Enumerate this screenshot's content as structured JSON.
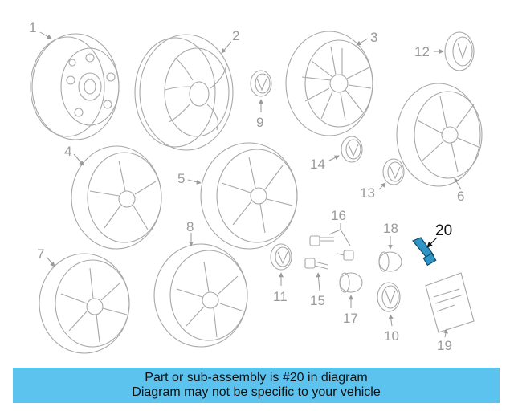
{
  "callouts": {
    "p1": "1",
    "p2": "2",
    "p3": "3",
    "p4": "4",
    "p5": "5",
    "p6": "6",
    "p7": "7",
    "p8": "8",
    "p9": "9",
    "p10": "10",
    "p11": "11",
    "p12": "12",
    "p13": "13",
    "p14": "14",
    "p15": "15",
    "p16": "16",
    "p17": "17",
    "p18": "18",
    "p19": "19",
    "p20": "20"
  },
  "highlighted_part": "20",
  "colors": {
    "banner": "#5cc3ee",
    "line_art": "#a7a7a7",
    "highlight_part": "#2f95c6"
  },
  "banner": {
    "line1": "Part or sub-assembly is #20 in diagram",
    "line2": "Diagram may not be specific to your vehicle"
  }
}
